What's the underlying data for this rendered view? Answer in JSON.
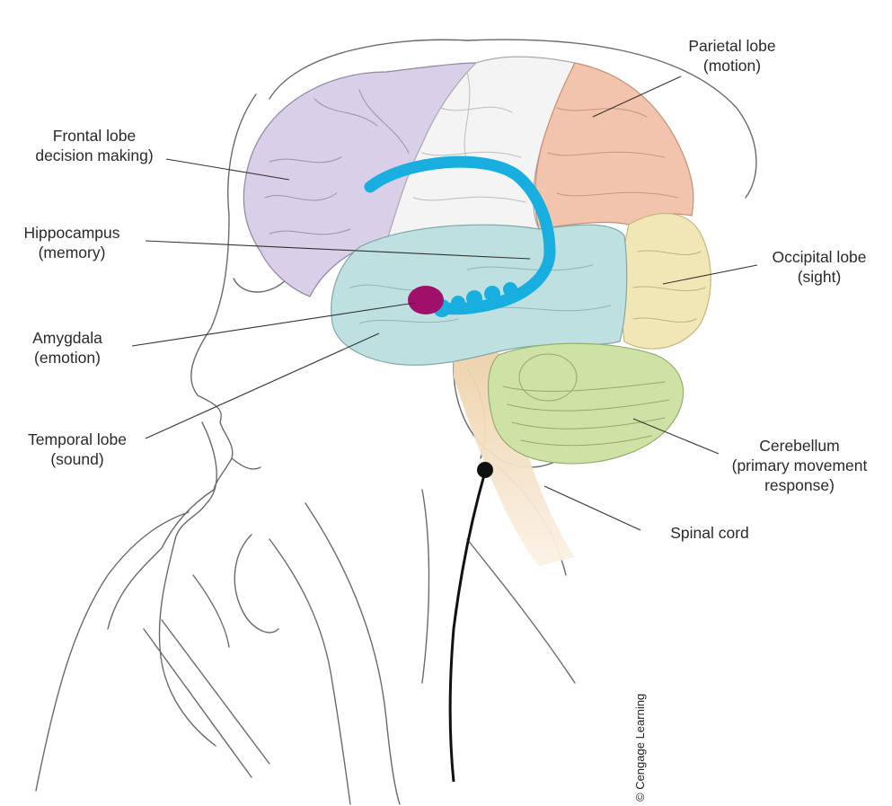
{
  "labels": {
    "parietal": [
      "Parietal lobe",
      "(motion)"
    ],
    "frontal": [
      "Frontal lobe",
      "decision making)"
    ],
    "hippocampus": [
      "Hippocampus",
      "(memory)"
    ],
    "occipital": [
      "Occipital lobe",
      "(sight)"
    ],
    "amygdala": [
      "Amygdala",
      "(emotion)"
    ],
    "temporal": [
      "Temporal lobe",
      "(sound)"
    ],
    "cerebellum": [
      "Cerebellum",
      "(primary movement",
      "response)"
    ],
    "spinal": [
      "Spinal cord"
    ]
  },
  "credit": "© Cengage Learning",
  "colors": {
    "frontal": "#d9cfe8",
    "motor": "#f4f4f4",
    "parietal": "#f3c4ad",
    "occipital": "#f1e7b6",
    "temporal": "#bfe0e0",
    "cerebellum": "#cfe2a6",
    "brainstem": "#f0d9b8",
    "hippocampus": "#19aee0",
    "amygdala": "#a0106a",
    "sketch": "#555555"
  }
}
